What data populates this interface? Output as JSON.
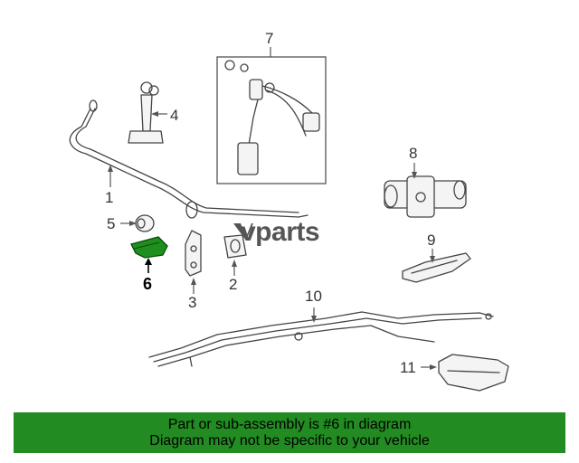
{
  "diagram": {
    "callouts": [
      "1",
      "2",
      "3",
      "4",
      "5",
      "6",
      "7",
      "8",
      "9",
      "10",
      "11"
    ],
    "highlighted_callout": "6",
    "logo_text": "vparts"
  },
  "footer": {
    "line1": "Part or sub-assembly is #6 in diagram",
    "line2": "Diagram may not be specific to your vehicle"
  },
  "colors": {
    "footer_bg": "#228b22",
    "highlight_part": "#1e8f1e"
  }
}
